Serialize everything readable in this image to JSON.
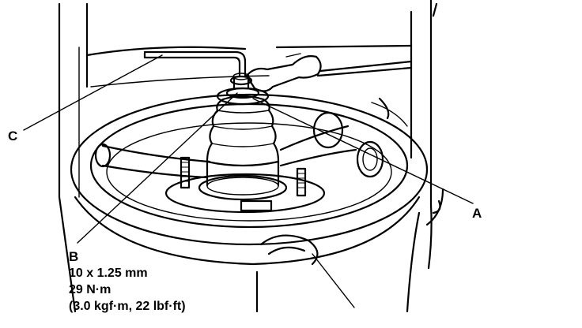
{
  "callouts": {
    "a": "A",
    "b": "B",
    "c": "C"
  },
  "spec": {
    "line1": "10 x 1.25 mm",
    "line2": "29 N·m",
    "line3": "(3.0 kgf·m, 22 lbf·ft)"
  },
  "colors": {
    "ink": "#000000",
    "paper": "#ffffff"
  }
}
